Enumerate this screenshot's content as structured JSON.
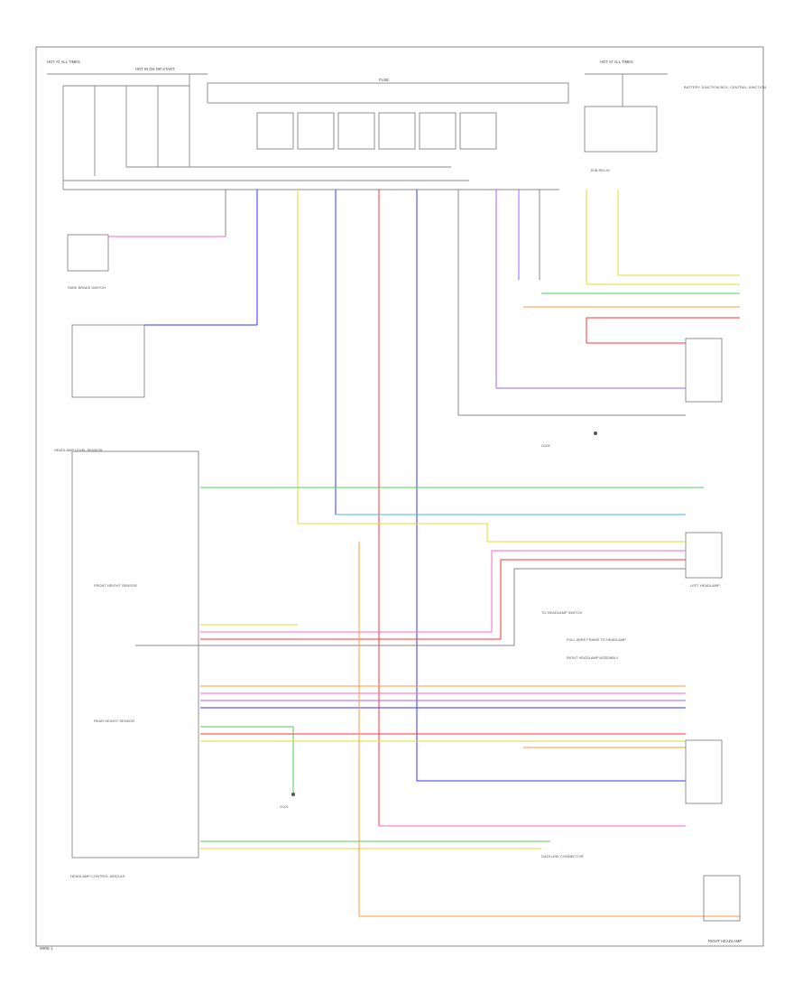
{
  "labels": {
    "corner_bottom_left": "WIRE 1",
    "corner_bottom_right": "RIGHT HEADLAMP",
    "top_left_fuse_title": "HOT AT ALL TIMES",
    "top_center_title": "HOT IN ON OR START",
    "fuse_box": "FUSE",
    "top_right_fuse_title": "HOT AT ALL TIMES",
    "top_right_note": "BATTERY JUNCTION BOX, CENTRAL JUNCTION",
    "relay_center": "BJB RELAY",
    "park_brake": "PARK BRAKE SWITCH",
    "ground_left": "G101",
    "headlamp_control": "HEADLAMP CONTROL MODULE",
    "left_headlamp": "LEFT HEADLAMP",
    "right_headlamp_assy": "RIGHT HEADLAMP ASSEMBLY",
    "level_sensor": "HEADLAMP LEVEL SENSOR",
    "front_sensor": "FRONT HEIGHT SENSOR",
    "rear_sensor": "REAR HEIGHT SENSOR",
    "ground_right": "G102",
    "drl_note": "FULL WIRE FRAME TO HEADLAMP",
    "glossary_note": "TO HEADLAMP SWITCH",
    "data_link": "DATA LINK CONNECTOR"
  },
  "colors": {
    "pink": "#ff66cc",
    "blue": "#3333ff",
    "yellow": "#dddd33",
    "red": "#ff3333",
    "green": "#55cc55",
    "cyan": "#44bbdd",
    "orange": "#ff9944",
    "violet": "#9966ff",
    "gray": "#8a8a8a",
    "tan": "#ccbb88"
  }
}
